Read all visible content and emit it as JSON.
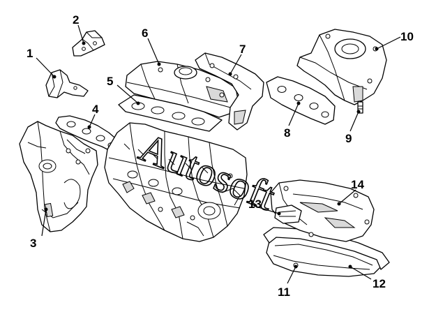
{
  "diagram": {
    "callouts": [
      "1",
      "2",
      "3",
      "4",
      "5",
      "6",
      "7",
      "8",
      "9",
      "10",
      "11",
      "12",
      "13",
      "14"
    ],
    "watermark": "Autosoft"
  }
}
